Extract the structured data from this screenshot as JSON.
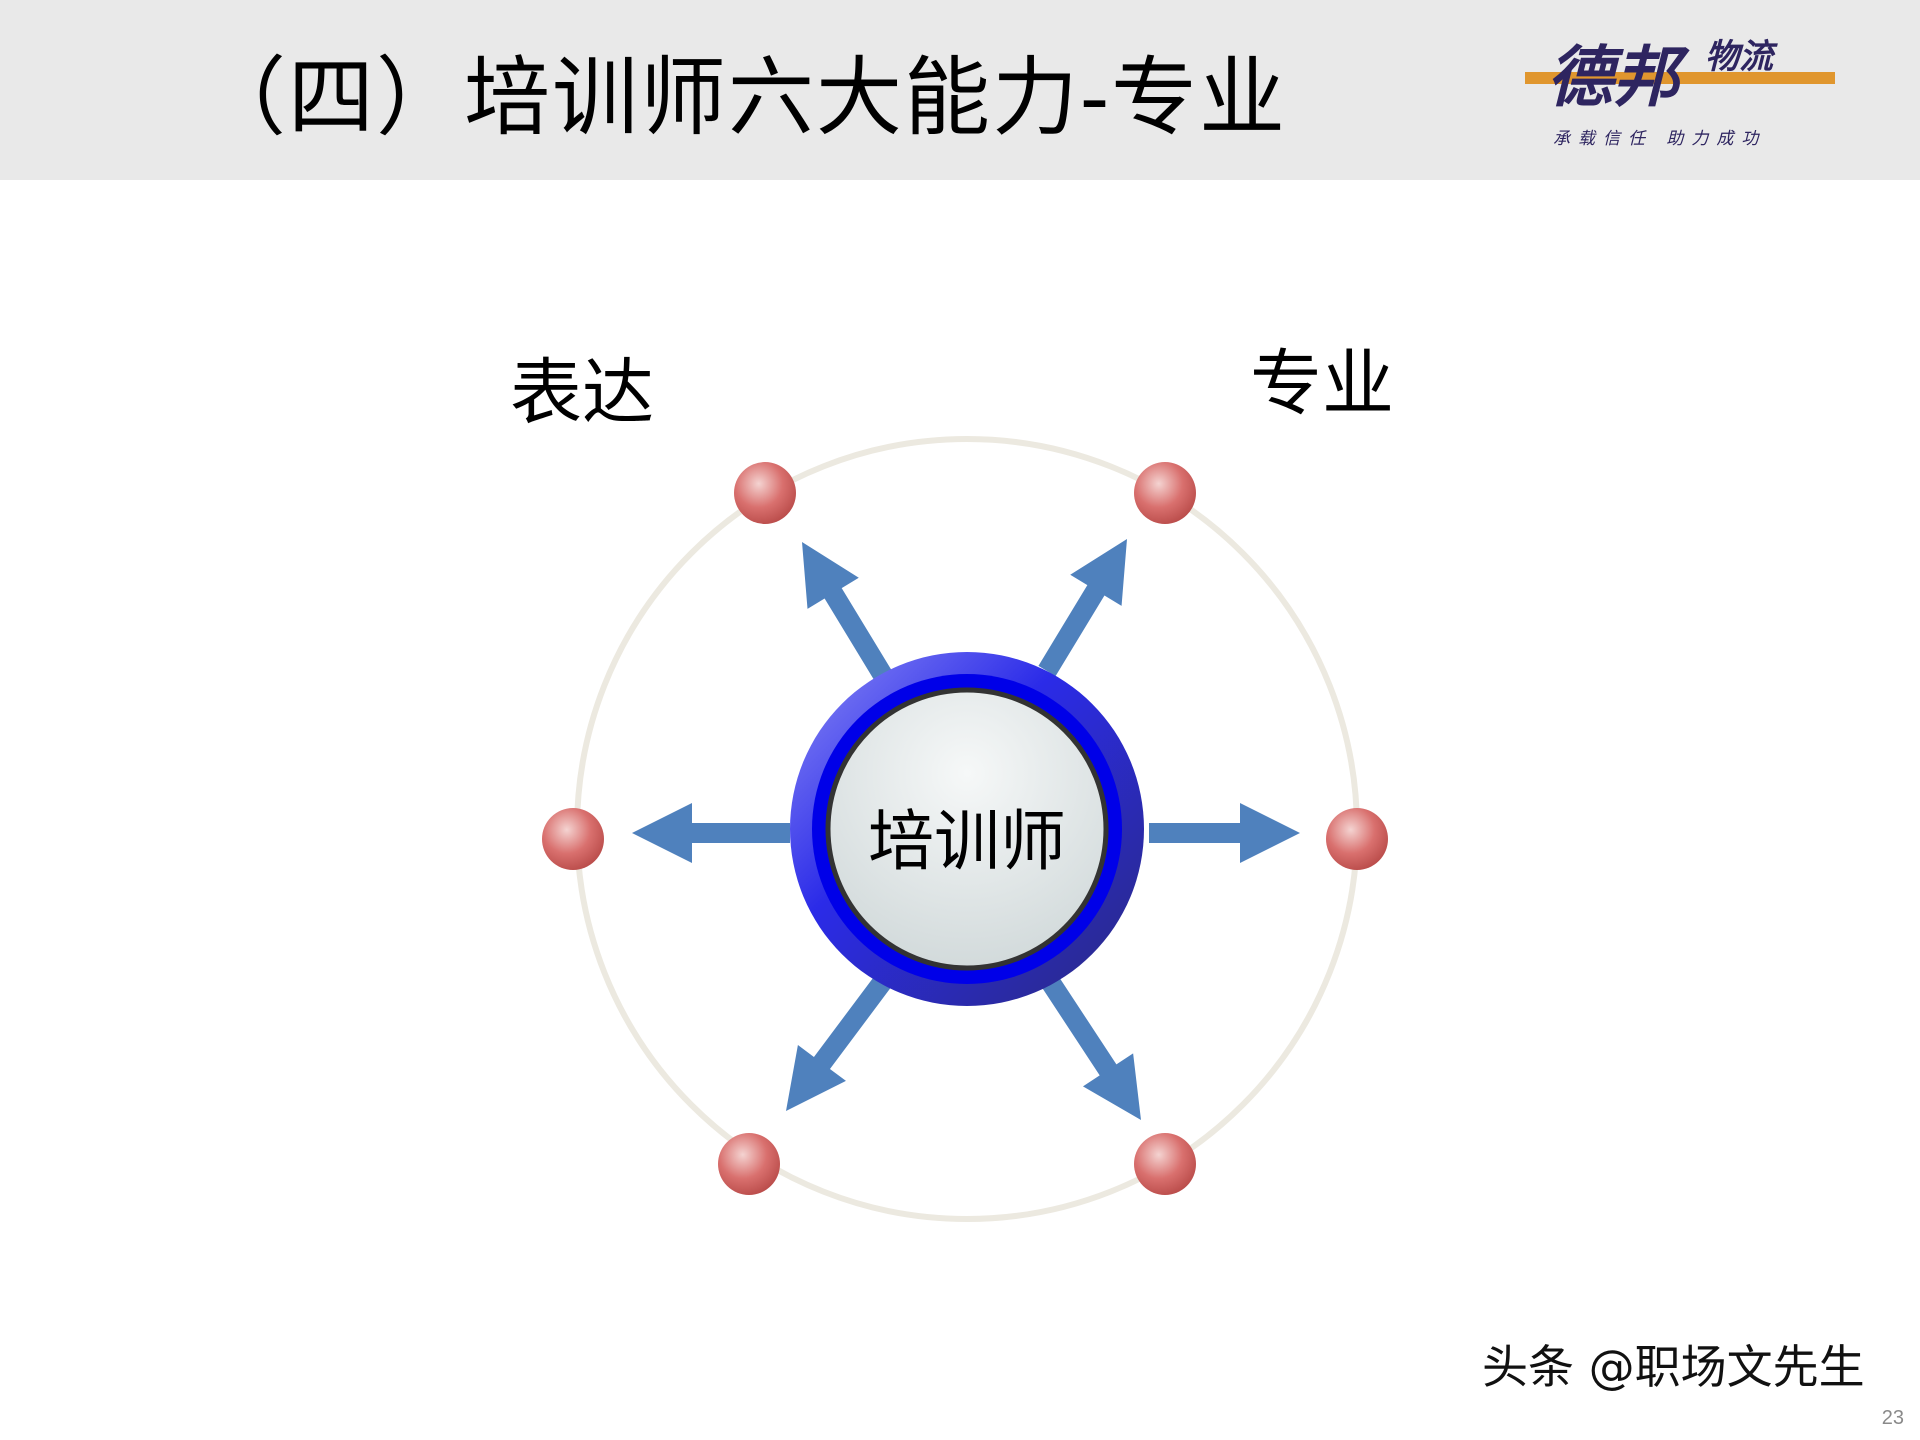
{
  "header": {
    "title": "（四）培训师六大能力-专业",
    "logo": {
      "name": "德邦物流",
      "slogan": "承载信任  助力成功"
    }
  },
  "diagram": {
    "center_label": "培训师",
    "labels": {
      "top_left": "表达",
      "top_right": "专业"
    },
    "node_count": 6
  },
  "footer": {
    "watermark": "头条 @职场文先生",
    "page_number": "23"
  },
  "colors": {
    "header_bg": "#e9e9e9",
    "arrow": "#4f81bd",
    "ring": "#ece9e0",
    "node": "#d9706e",
    "center_ring": "#1a1ae0",
    "logo_text": "#2e2560",
    "logo_bar": "#e0962e"
  }
}
